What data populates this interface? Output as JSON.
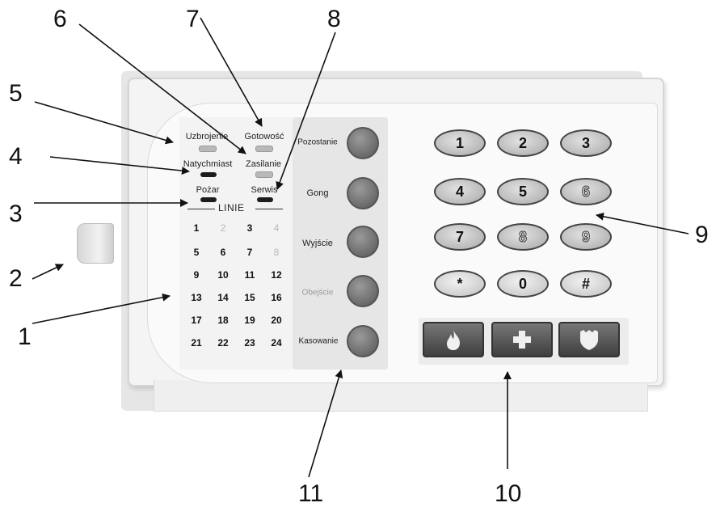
{
  "callouts": {
    "c1": "1",
    "c2": "2",
    "c3": "3",
    "c4": "4",
    "c5": "5",
    "c6": "6",
    "c7": "7",
    "c8": "8",
    "c9": "9",
    "c10": "10",
    "c11": "11"
  },
  "led_labels": {
    "uzbrojenie": "Uzbrojenie",
    "gotowosc": "Gotowość",
    "natychmiast": "Natychmiast",
    "zasilanie": "Zasilanie",
    "pozar": "Pożar",
    "serwis": "Serwis",
    "linie": "LINIE"
  },
  "zones": [
    [
      "1",
      "2",
      "3",
      "4"
    ],
    [
      "5",
      "6",
      "7",
      "8"
    ],
    [
      "9",
      "10",
      "11",
      "12"
    ],
    [
      "13",
      "14",
      "15",
      "16"
    ],
    [
      "17",
      "18",
      "19",
      "20"
    ],
    [
      "21",
      "22",
      "23",
      "24"
    ]
  ],
  "function_buttons": {
    "pozostanie": "Pozostanie",
    "gong": "Gong",
    "wyjscie": "Wyjście",
    "obejscie": "Obejście",
    "kasowanie": "Kasowanie"
  },
  "keypad": [
    [
      "1",
      "2",
      "3"
    ],
    [
      "4",
      "5",
      "6"
    ],
    [
      "7",
      "8",
      "9"
    ],
    [
      "*",
      "0",
      "#"
    ]
  ],
  "emergency_buttons": [
    "fire-icon",
    "medical-cross-icon",
    "police-shield-icon"
  ],
  "colors": {
    "led_dark": "#1c1c1c",
    "led_light": "#b9b9b9",
    "button_gray": "#6a6a6a"
  }
}
